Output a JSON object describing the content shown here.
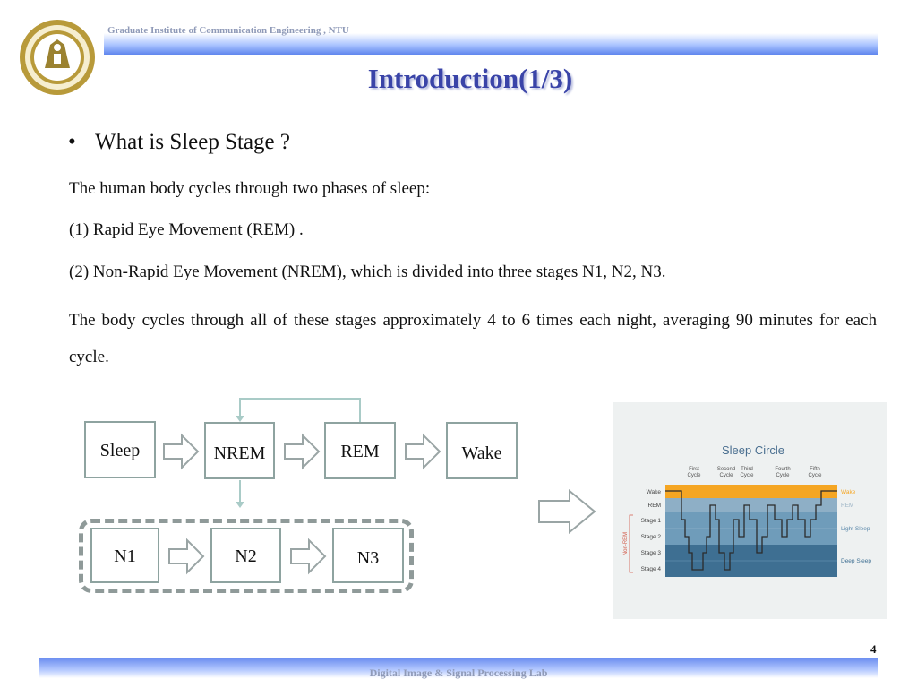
{
  "header": {
    "institute": "Graduate Institute of Communication Engineering , NTU"
  },
  "title": "Introduction(1/3)",
  "content": {
    "bullet": "What is Sleep Stage ?",
    "line1": "The human body cycles through two phases of sleep:",
    "line2": "(1)  Rapid Eye Movement (REM) .",
    "line3": "(2) Non-Rapid Eye Movement (NREM), which is divided into three stages N1, N2, N3.",
    "line4": "The body cycles through all of these stages approximately 4 to 6 times each night, averaging 90 minutes for each cycle."
  },
  "flow": {
    "sleep": "Sleep",
    "nrem": "NREM",
    "rem": "REM",
    "wake": "Wake",
    "n1": "N1",
    "n2": "N2",
    "n3": "N3"
  },
  "sleep_circle": {
    "title": "Sleep Circle",
    "cycles": [
      {
        "line1": "First",
        "line2": "Cycle"
      },
      {
        "line1": "Second",
        "line2": "Cycle"
      },
      {
        "line1": "Third",
        "line2": "Cycle"
      },
      {
        "line1": "Fourth",
        "line2": "Cycle"
      },
      {
        "line1": "Fifth",
        "line2": "Cycle"
      }
    ],
    "stages": [
      "Wake",
      "REM",
      "Stage 1",
      "Stage 2",
      "Stage 3",
      "Stage 4"
    ],
    "side_label": "Non-REM",
    "right_labels": [
      "Wake",
      "REM",
      "Light Sleep",
      "Deep Sleep"
    ],
    "colors": {
      "wake": "#f5a623",
      "rem": "#8eafc6",
      "light": "#6f9cba",
      "deep": "#3e6f92",
      "trace": "#2b2b2b"
    }
  },
  "footer": {
    "lab": "Digital Image & Signal Processing Lab",
    "page": "4"
  }
}
